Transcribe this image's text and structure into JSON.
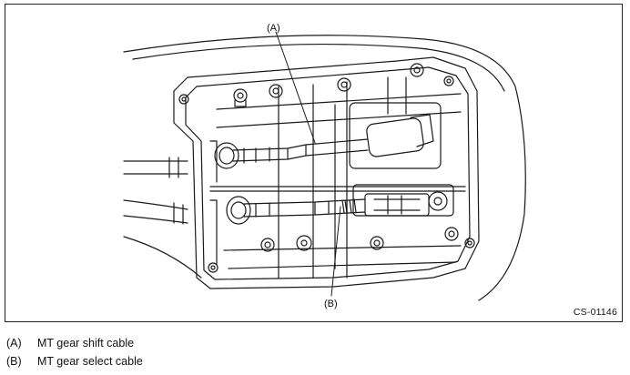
{
  "figure": {
    "callouts": {
      "a": "(A)",
      "b": "(B)"
    },
    "code": "CS-01146"
  },
  "legend": [
    {
      "key": "(A)",
      "text": "MT gear shift cable"
    },
    {
      "key": "(B)",
      "text": "MT gear select cable"
    }
  ]
}
